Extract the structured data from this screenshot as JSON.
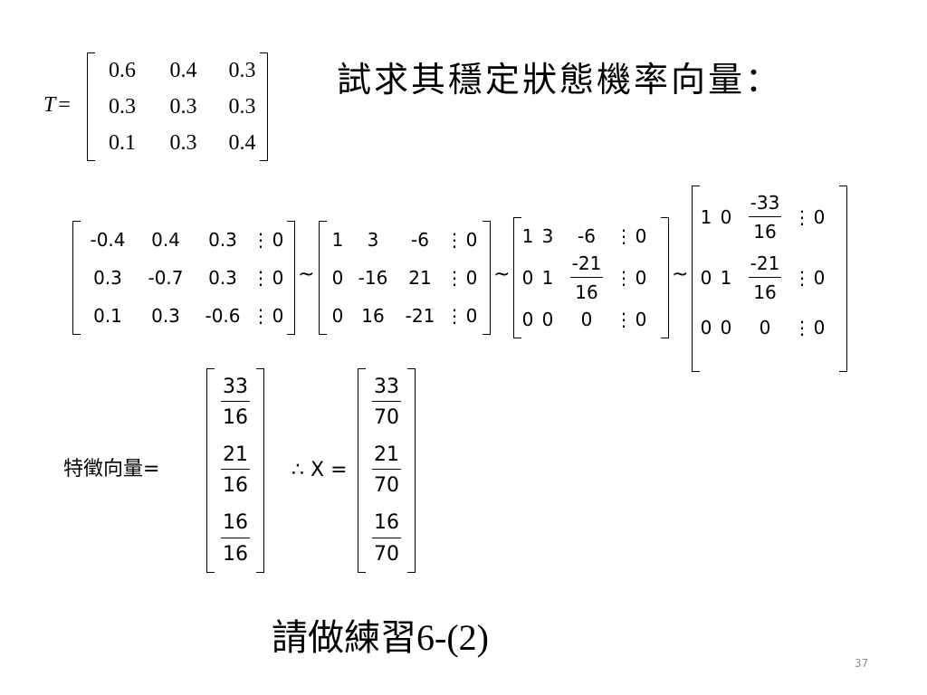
{
  "slide": {
    "title": "試求其穩定狀態機率向量：",
    "exercise": "請做練習6-(2)",
    "page_number": "37"
  },
  "transition_matrix": {
    "label": "T",
    "equals": "=",
    "rows": [
      [
        "0.6",
        "0.4",
        "0.3"
      ],
      [
        "0.3",
        "0.3",
        "0.3"
      ],
      [
        "0.1",
        "0.3",
        "0.4"
      ]
    ]
  },
  "row_reduction": {
    "separator": "~",
    "divider": "⋮",
    "step1": {
      "rows": [
        [
          "-0.4",
          "0.4",
          "0.3",
          "0"
        ],
        [
          "0.3",
          "-0.7",
          "0.3",
          "0"
        ],
        [
          "0.1",
          "0.3",
          "-0.6",
          "0"
        ]
      ]
    },
    "step2": {
      "rows": [
        [
          "1",
          "3",
          "-6",
          "0"
        ],
        [
          "0",
          "-16",
          "21",
          "0"
        ],
        [
          "0",
          "16",
          "-21",
          "0"
        ]
      ]
    },
    "step3": {
      "r1": [
        "1",
        "3",
        "-6",
        "0"
      ],
      "r2": {
        "a": "0",
        "b": "1",
        "num": "-21",
        "den": "16",
        "rhs": "0"
      },
      "r3": [
        "0",
        "0",
        "0",
        "0"
      ]
    },
    "step4": {
      "r1": {
        "a": "1",
        "b": "0",
        "num": "-33",
        "den": "16",
        "rhs": "0"
      },
      "r2": {
        "a": "0",
        "b": "1",
        "num": "-21",
        "den": "16",
        "rhs": "0"
      },
      "r3": [
        "0",
        "0",
        "0",
        "0"
      ]
    }
  },
  "eigenvector": {
    "label": "特徵向量",
    "equals": "=",
    "entries": [
      {
        "num": "33",
        "den": "16"
      },
      {
        "num": "21",
        "den": "16"
      },
      {
        "num": "16",
        "den": "16"
      }
    ]
  },
  "result": {
    "therefore": "∴",
    "label": "X",
    "equals": "=",
    "entries": [
      {
        "num": "33",
        "den": "70"
      },
      {
        "num": "21",
        "den": "70"
      },
      {
        "num": "16",
        "den": "70"
      }
    ]
  }
}
